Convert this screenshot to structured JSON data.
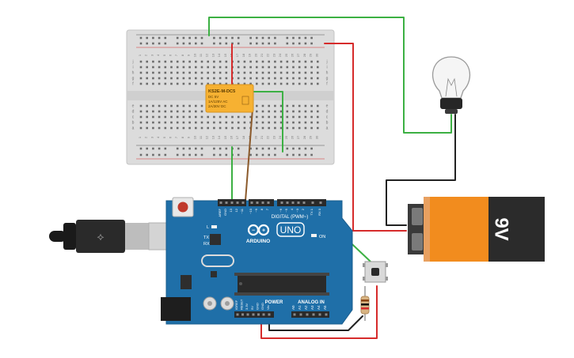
{
  "relay": {
    "model": "KS2E-M-DC5",
    "lines": [
      "DC 5V",
      "1A/125V AC",
      "2A/30V DC"
    ]
  },
  "arduino": {
    "brand": "ARDUINO",
    "model": "UNO",
    "digital_label": "DIGITAL (PWM~)",
    "power_label": "POWER",
    "analog_label": "ANALOG IN",
    "on_label": "ON",
    "l_label": "L",
    "tx_label": "TX",
    "rx_label": "RX",
    "top_pins": [
      "AREF",
      "GND",
      "13",
      "12",
      "~11",
      "~10",
      "~9",
      "8",
      "7",
      "~6",
      "~5",
      "4",
      "~3",
      "2",
      "TX 1",
      "RX 0"
    ],
    "power_pins": [
      "IOREF",
      "RESET",
      "3.3V",
      "5V",
      "GND",
      "GND",
      "Vin"
    ],
    "analog_pins": [
      "A0",
      "A1",
      "A2",
      "A3",
      "A4",
      "A5"
    ]
  },
  "battery": {
    "label": "9V"
  },
  "breadboard": {
    "row_letters_top": [
      "j",
      "i",
      "h",
      "g",
      "f"
    ],
    "row_letters_bottom": [
      "e",
      "d",
      "c",
      "b",
      "a"
    ],
    "column_numbers": [
      "1",
      "2",
      "3",
      "4",
      "5",
      "6",
      "7",
      "8",
      "9",
      "10",
      "11",
      "12",
      "13",
      "14",
      "15",
      "16",
      "17",
      "18",
      "19",
      "20",
      "21",
      "22",
      "23",
      "24",
      "25",
      "26",
      "27",
      "28",
      "29",
      "30"
    ]
  },
  "colors": {
    "wire_green": "#3cb043",
    "wire_red": "#d62b2b",
    "wire_black": "#222222",
    "wire_brown": "#8b5a2b",
    "board_blue": "#1f6fa8",
    "relay_orange": "#f6b132",
    "battery_orange": "#f28c1e"
  }
}
